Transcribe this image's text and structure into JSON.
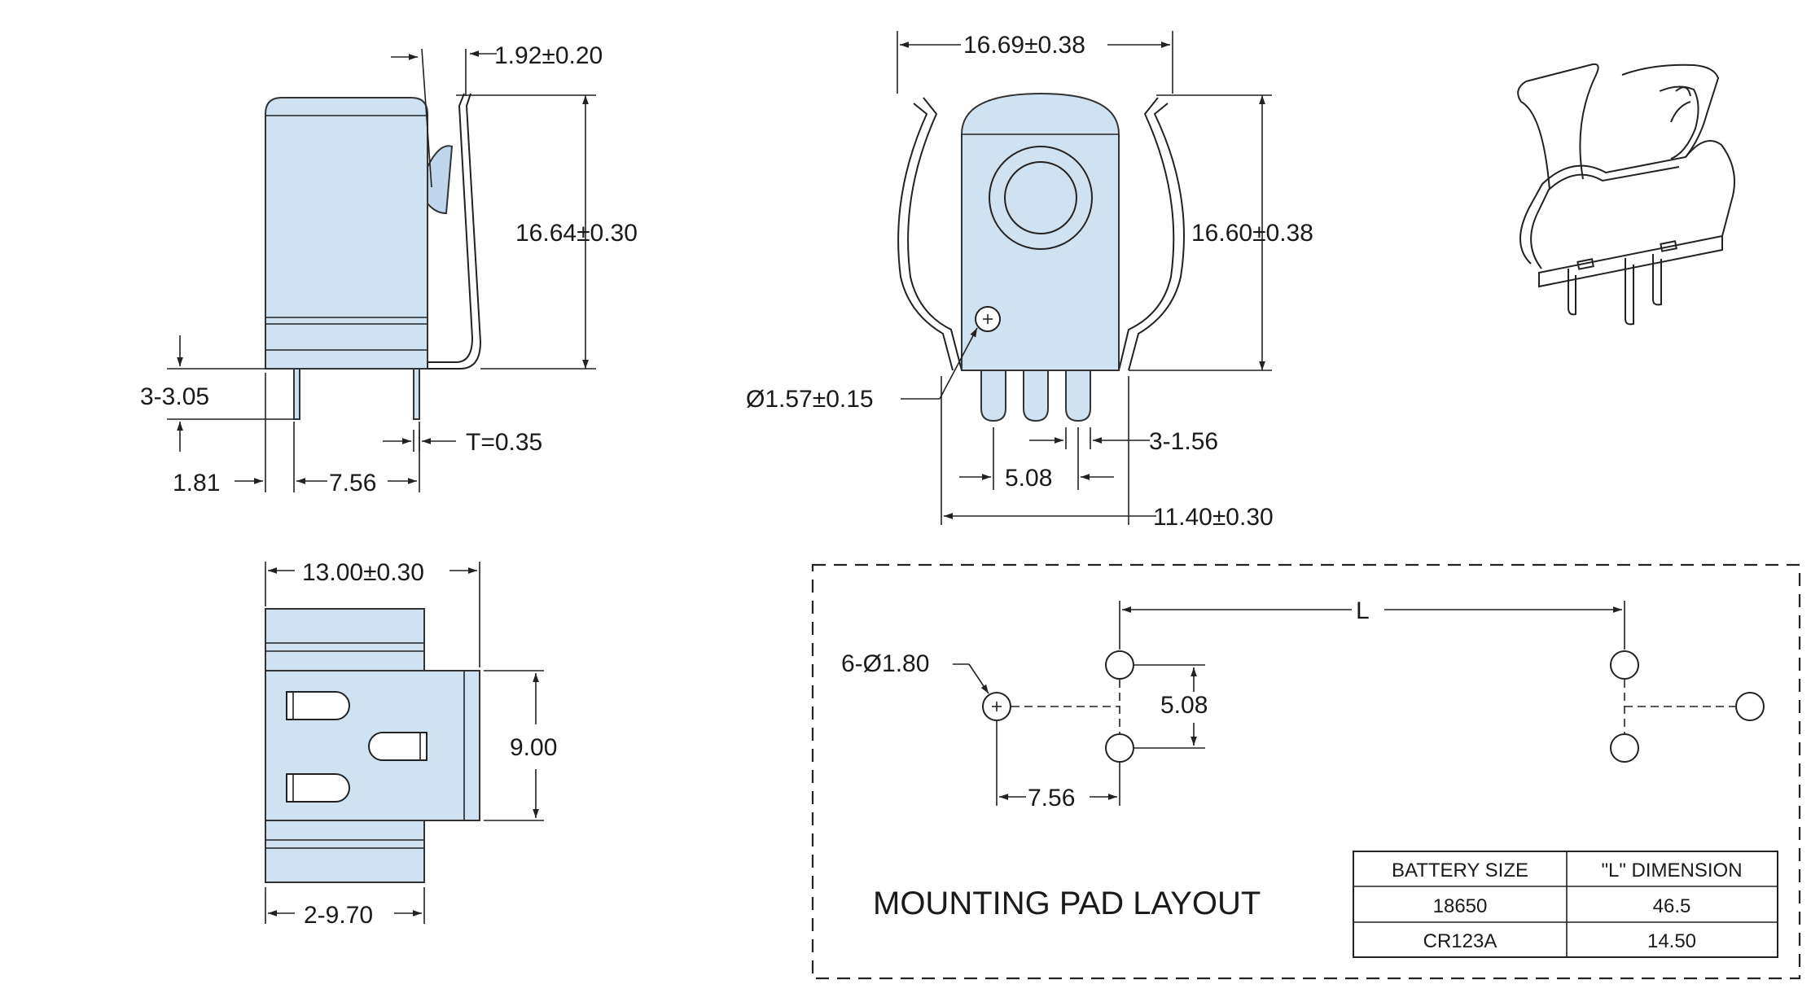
{
  "side_view": {
    "top_thickness": "1.92±0.20",
    "height": "16.64±0.30",
    "pin_length": "3-3.05",
    "thickness": "T=0.35",
    "pin_offset": "1.81",
    "pin_spacing": "7.56"
  },
  "front_view": {
    "width": "16.69±0.38",
    "height": "16.60±0.38",
    "hole_diameter": "Ø1.57±0.15",
    "pin_width": "3-1.56",
    "pin_pitch": "5.08",
    "base_width": "11.40±0.30"
  },
  "bottom_view": {
    "width": "13.00±0.30",
    "depth": "9.00",
    "clip_width": "2-9.70"
  },
  "mounting_pad_layout": {
    "title": "MOUNTING PAD LAYOUT",
    "hole_callout": "6-Ø1.80",
    "pitch_vertical": "5.08",
    "pitch_horizontal": "7.56",
    "length_label": "L"
  },
  "battery_table": {
    "headers": [
      "BATTERY SIZE",
      "\"L\" DIMENSION"
    ],
    "rows": [
      [
        "18650",
        "46.5"
      ],
      [
        "CR123A",
        "14.50"
      ]
    ]
  },
  "colors": {
    "part_fill": "#cfe2f2",
    "line": "#222222",
    "background": "#ffffff"
  }
}
